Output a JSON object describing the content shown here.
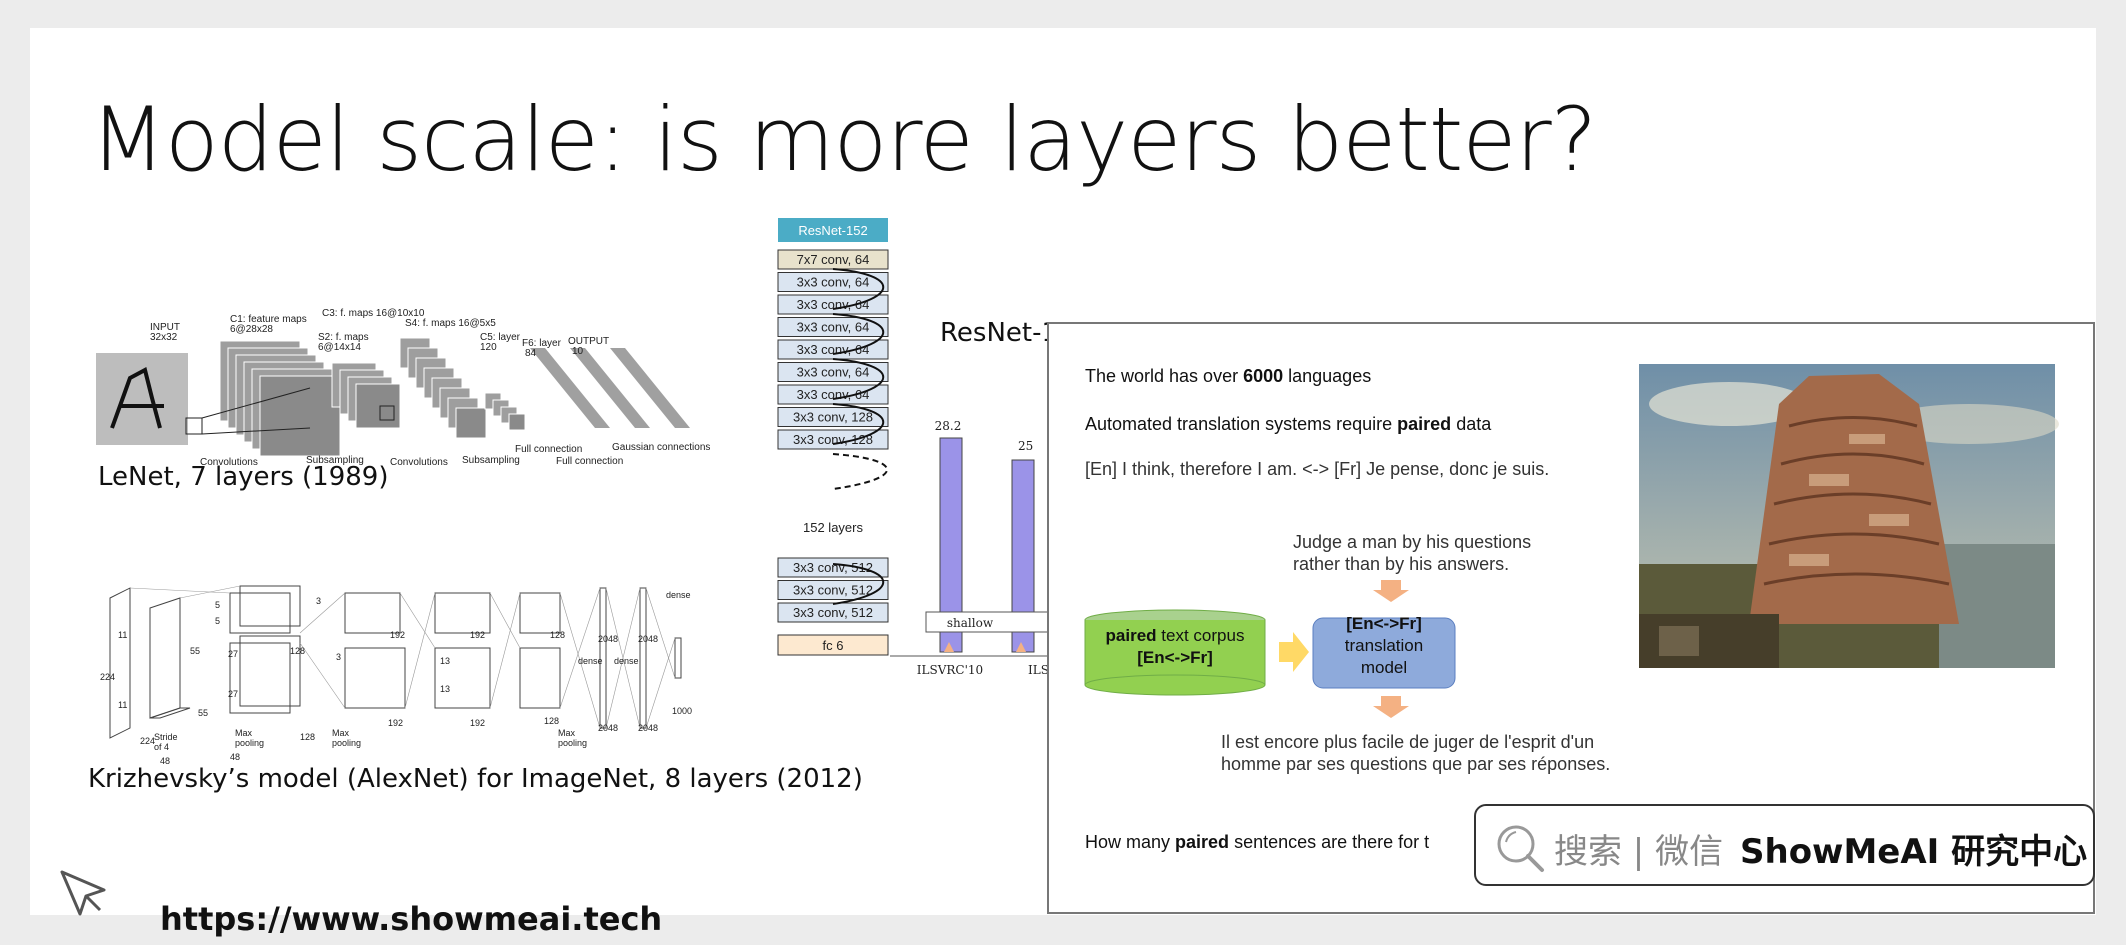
{
  "slide": {
    "title": "Model scale: is more layers better?"
  },
  "lenet": {
    "caption": "LeNet, 7 layers (1989)",
    "labels": {
      "input": "INPUT",
      "input_size": "32x32",
      "c1": "C1: feature maps",
      "c1_size": "6@28x28",
      "s2": "S2: f. maps",
      "s2_size": "6@14x14",
      "c3": "C3: f. maps 16@10x10",
      "s4": "S4: f. maps 16@5x5",
      "c5": "C5: layer",
      "c5_size": "120",
      "f6": "F6: layer",
      "f6_size": "84",
      "output": "OUTPUT",
      "output_size": "10",
      "convolutions1": "Convolutions",
      "subsampling1": "Subsampling",
      "convolutions2": "Convolutions",
      "subsampling2": "Subsampling",
      "full_connection1": "Full connection",
      "full_connection2": "Full connection",
      "gaussian": "Gaussian connections"
    }
  },
  "alexnet": {
    "caption": "Krizhevsky’s model (AlexNet) for ImageNet, 8 layers (2012)",
    "labels": {
      "stride": "Stride",
      "of4": "of 4",
      "max_pooling1": "Max",
      "pooling1": "pooling",
      "max_pooling2": "Max",
      "pooling2": "pooling",
      "max_pooling3": "Max",
      "pooling3": "pooling",
      "dense1": "dense",
      "dense2": "dense",
      "dense3": "dense",
      "n224": "224",
      "n11": "11",
      "n55": "55",
      "n5": "5",
      "n27": "27",
      "n128": "128",
      "n3": "3",
      "n192": "192",
      "n13": "13",
      "n2048": "2048",
      "n1000": "1000",
      "n48": "48"
    }
  },
  "resnet": {
    "header": "ResNet-152",
    "layers_top": [
      "7x7 conv, 64",
      "3x3 conv, 64",
      "3x3 conv, 64",
      "3x3 conv, 64",
      "3x3 conv, 64",
      "3x3 conv, 64",
      "3x3 conv, 64",
      "3x3 conv, 128",
      "3x3 conv, 128"
    ],
    "middle_label": "152 layers",
    "layers_bottom": [
      "3x3 conv, 512",
      "3x3 conv, 512",
      "3x3 conv, 512"
    ],
    "fc": "fc 6",
    "chart_title_partial": "ResNet-1",
    "bar_value_1": "28.2",
    "bar_value_2": "25",
    "shallow_label": "shallow",
    "x_label_1": "ILSVRC'10",
    "x_label_2": "ILSVI"
  },
  "overlay": {
    "line1_pre": "The world has over ",
    "line1_bold": "6000",
    "line1_post": " languages",
    "line2_pre": "Automated translation systems require ",
    "line2_bold": "paired",
    "line2_post": " data",
    "example": "[En] I think, therefore I am. <-> [Fr] Je pense, donc je suis.",
    "quote_line1": "Judge a man by his questions",
    "quote_line2": "rather than by his answers.",
    "corpus_bold": "paired",
    "corpus_rest": " text corpus",
    "corpus_lang": "[En<->Fr]",
    "model_lang": "[En<->Fr]",
    "model_line1": "translation",
    "model_line2": "model",
    "french_line1": "Il est encore plus facile de juger de l'esprit d'un",
    "french_line2": "homme par ses questions que par ses réponses.",
    "bottom_pre": "How many ",
    "bottom_bold": "paired",
    "bottom_post": " sentences are there for t"
  },
  "search": {
    "text": "搜索 | 微信",
    "brand": "ShowMeAI 研究中心"
  },
  "footer": {
    "url": "https://www.showmeai.tech"
  },
  "colors": {
    "resnet_header": "#4bacc6",
    "resnet_layer": "#dbe5f1",
    "resnet_first": "#e8e2cc",
    "fc_box": "#fde9d0",
    "bar": "#9b93e8",
    "corpus_green": "#92d050",
    "model_blue": "#8eaadb",
    "arrow_orange": "#f4b183"
  }
}
